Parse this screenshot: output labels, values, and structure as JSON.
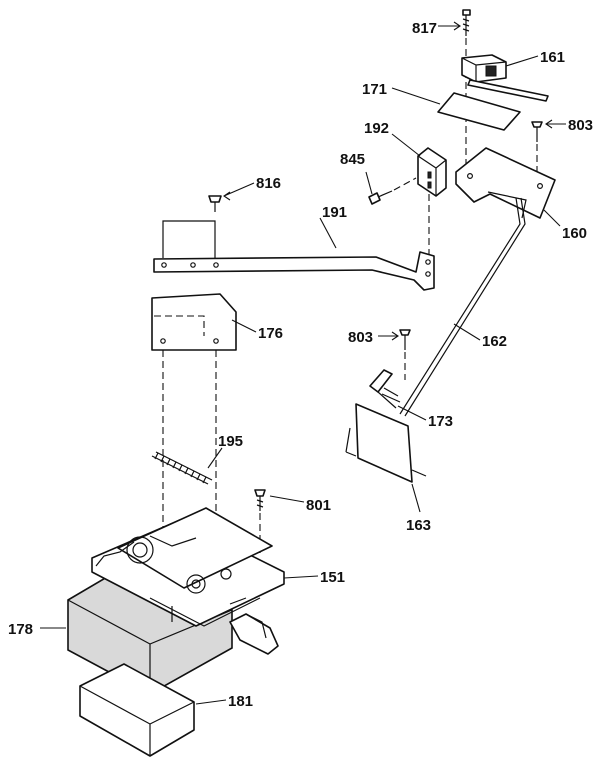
{
  "callouts": [
    {
      "id": "817",
      "text": "817"
    },
    {
      "id": "161",
      "text": "161"
    },
    {
      "id": "171",
      "text": "171"
    },
    {
      "id": "803a",
      "text": "803"
    },
    {
      "id": "192",
      "text": "192"
    },
    {
      "id": "845",
      "text": "845"
    },
    {
      "id": "160",
      "text": "160"
    },
    {
      "id": "816",
      "text": "816"
    },
    {
      "id": "191",
      "text": "191"
    },
    {
      "id": "176",
      "text": "176"
    },
    {
      "id": "803b",
      "text": "803"
    },
    {
      "id": "162",
      "text": "162"
    },
    {
      "id": "173",
      "text": "173"
    },
    {
      "id": "163",
      "text": "163"
    },
    {
      "id": "195",
      "text": "195"
    },
    {
      "id": "801",
      "text": "801"
    },
    {
      "id": "151",
      "text": "151"
    },
    {
      "id": "178",
      "text": "178"
    },
    {
      "id": "181",
      "text": "181"
    }
  ]
}
